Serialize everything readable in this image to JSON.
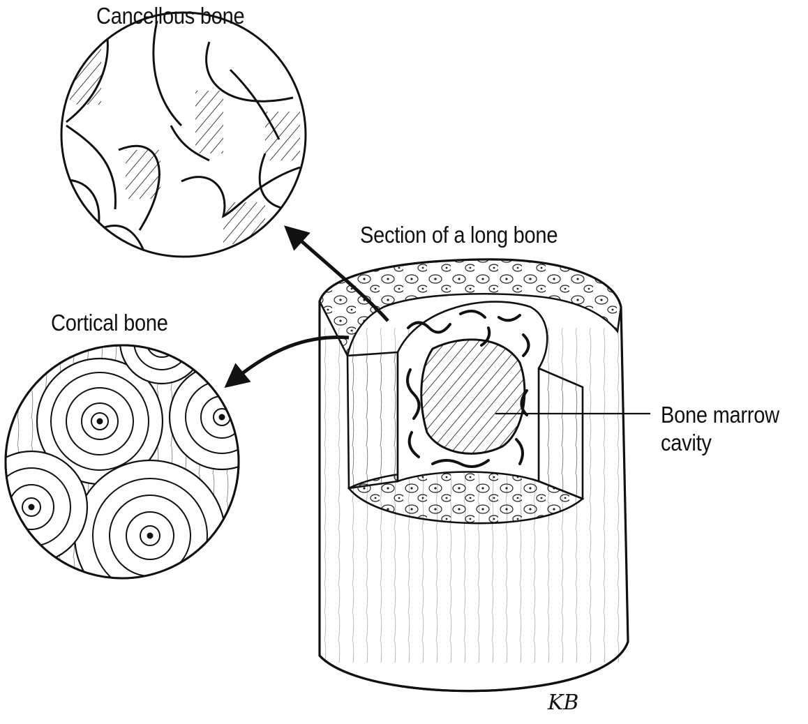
{
  "labels": {
    "cancellous": "Cancellous bone",
    "cortical": "Cortical bone",
    "section": "Section of a long bone",
    "marrow_line1": "Bone marrow",
    "marrow_line2": "cavity"
  },
  "signature": "KB",
  "colors": {
    "ink": "#111111",
    "paper": "#ffffff"
  }
}
